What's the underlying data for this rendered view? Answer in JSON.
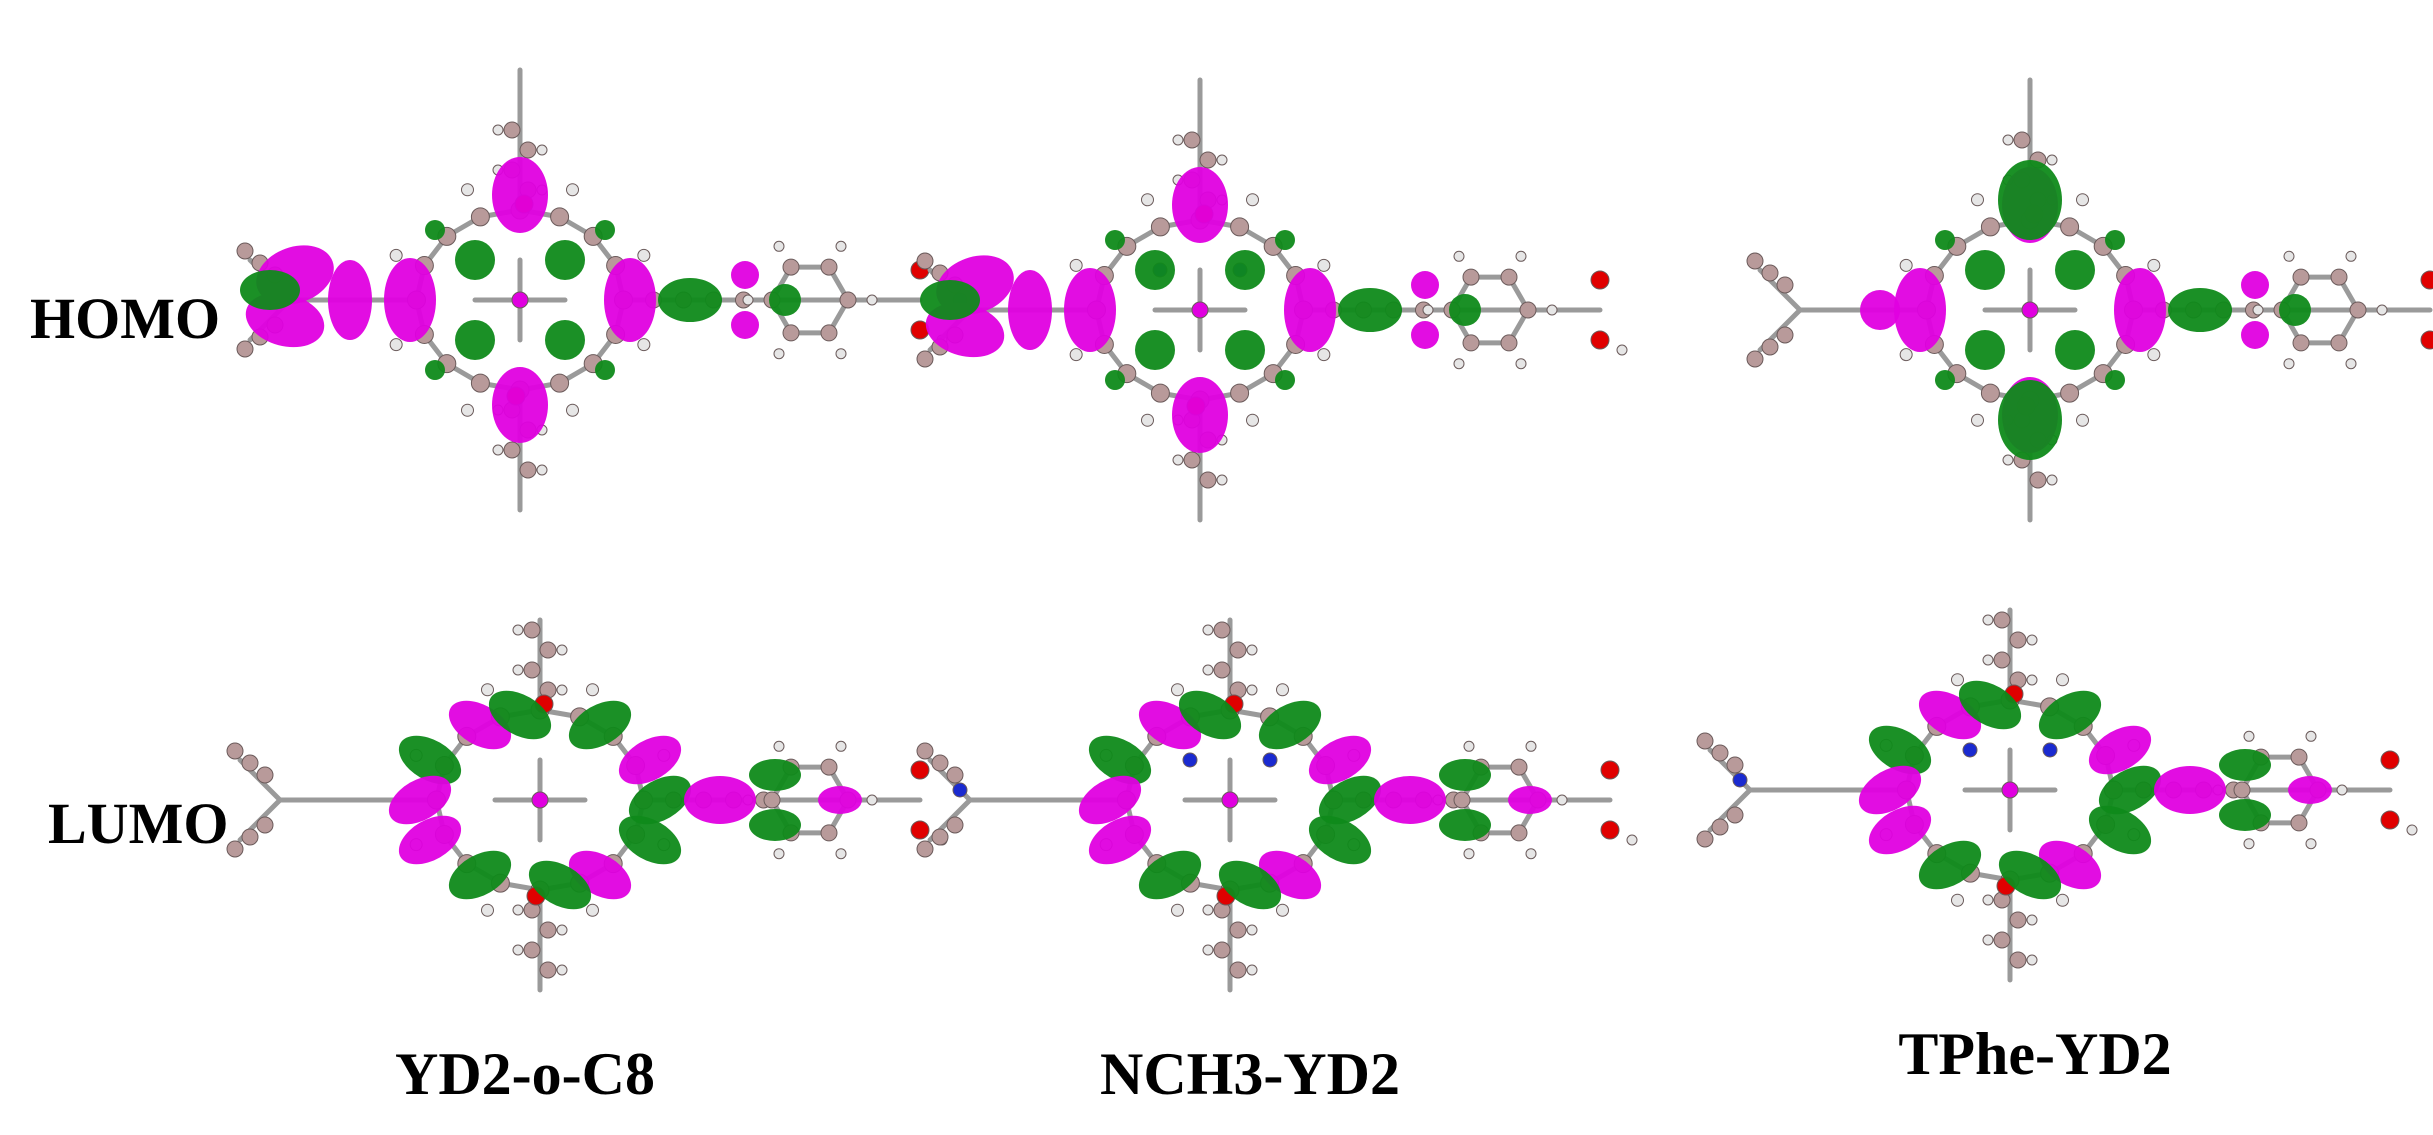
{
  "figure": {
    "row_labels": {
      "homo": "HOMO",
      "lumo": "LUMO"
    },
    "molecules": [
      {
        "id": "yd2",
        "name": "YD2-o-C8"
      },
      {
        "id": "nch3",
        "name": "NCH3-YD2"
      },
      {
        "id": "tphe",
        "name": "TPhe-YD2"
      }
    ],
    "colors": {
      "lobe_positive": "#e000e0",
      "lobe_negative": "#0f8a1a",
      "carbon": "#b89a9a",
      "hydrogen": "#e6e6e6",
      "oxygen": "#e00000",
      "nitrogen": "#1a2ad0",
      "bond": "#9a9a9a"
    }
  }
}
